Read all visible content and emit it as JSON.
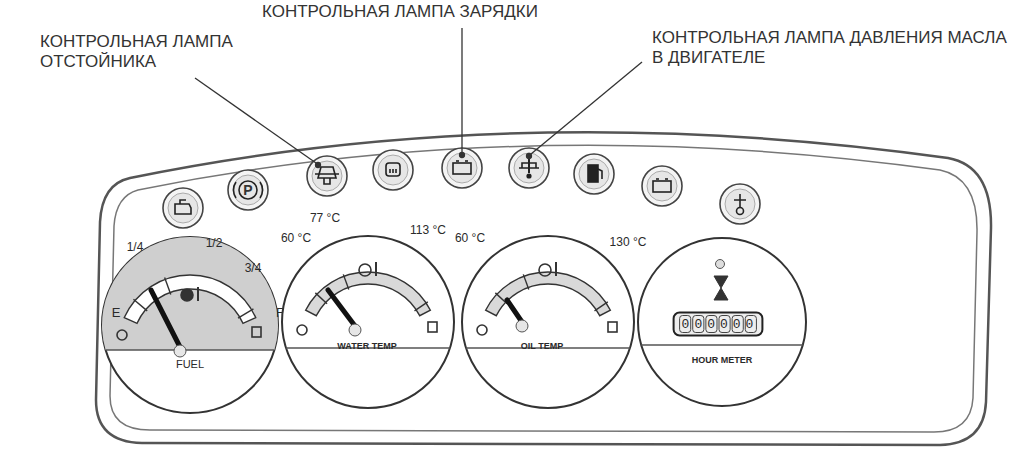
{
  "diagram": {
    "nodes": [
      {
        "text": [
          "1/4",
          "1/2",
          "3/4",
          "E",
          "F",
          "FUEL"
        ]
      },
      {
        "text": [
          "60 °C",
          "77 °C",
          "113 °C",
          "WATER TEMP"
        ]
      },
      {
        "text": [
          "60 °C",
          "130 °C",
          "OIL TEMP"
        ]
      },
      {
        "text": [
          "000000",
          "HOUR METER"
        ]
      }
    ],
    "labels": [
      "КОНТРОЛЬНАЯ ЛАМПА ЗАРЯДКИ",
      "КОНТРОЛЬНАЯ ЛАМПА ОТСТОЙНИКА",
      "КОНТРОЛЬНАЯ ЛАМПА ДАВЛЕНИЯ МАСЛА В ДВИГАТЕЛЕ",
      "P"
    ]
  }
}
